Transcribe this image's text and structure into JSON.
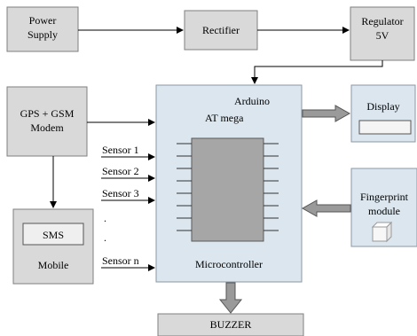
{
  "blocks": {
    "power_supply": [
      "Power",
      "Supply"
    ],
    "rectifier": "Rectifier",
    "regulator": [
      "Regulator",
      "5V"
    ],
    "gps_gsm": [
      "GPS + GSM",
      "Modem"
    ],
    "arduino": "Arduino",
    "atmega": "AT mega",
    "microcontroller": "Microcontroller",
    "display": "Display",
    "fingerprint": [
      "Fingerprint",
      "module"
    ],
    "sms": "SMS",
    "mobile": "Mobile",
    "buzzer": "BUZZER"
  },
  "sensors": [
    "Sensor 1",
    "Sensor 2",
    "Sensor 3",
    ".",
    ".",
    "Sensor n"
  ]
}
